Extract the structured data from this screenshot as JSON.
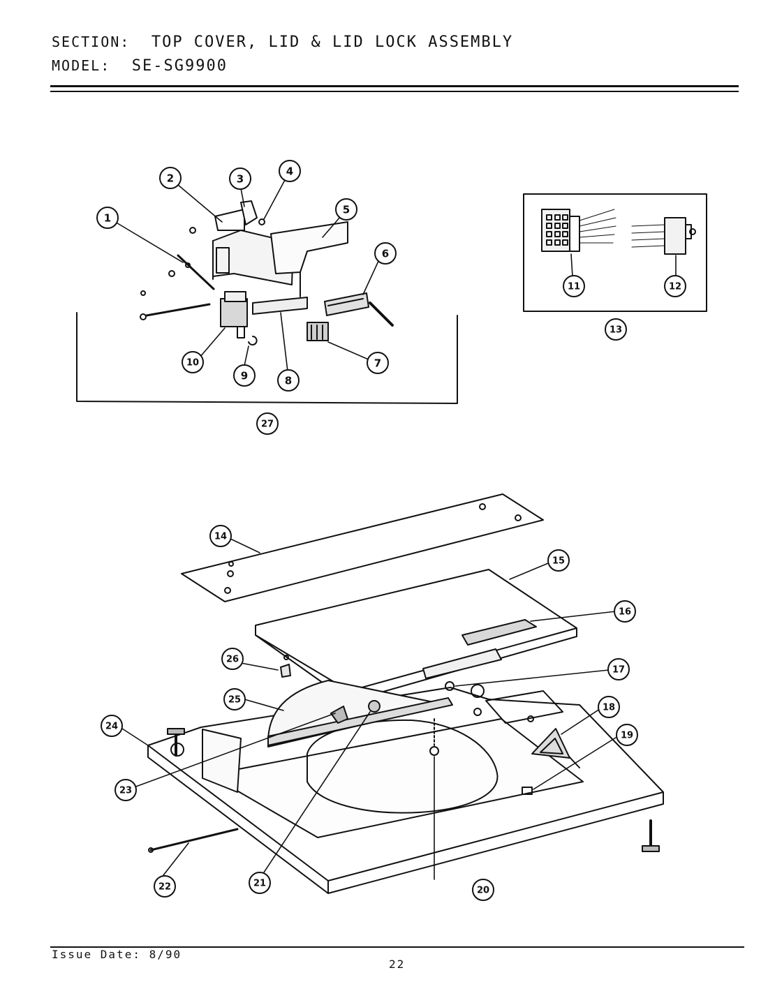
{
  "header": {
    "section_label": "SECTION:",
    "section_title": "TOP COVER, LID & LID LOCK ASSEMBLY",
    "model_label": "MODEL:",
    "model_number": "SE-SG9900"
  },
  "callouts": [
    "1",
    "2",
    "3",
    "4",
    "5",
    "6",
    "7",
    "8",
    "9",
    "10",
    "11",
    "12",
    "13",
    "14",
    "15",
    "16",
    "17",
    "18",
    "19",
    "20",
    "21",
    "22",
    "23",
    "24",
    "25",
    "26",
    "27"
  ],
  "footer": {
    "issue_date": "Issue Date: 8/90",
    "page_number": "22"
  }
}
